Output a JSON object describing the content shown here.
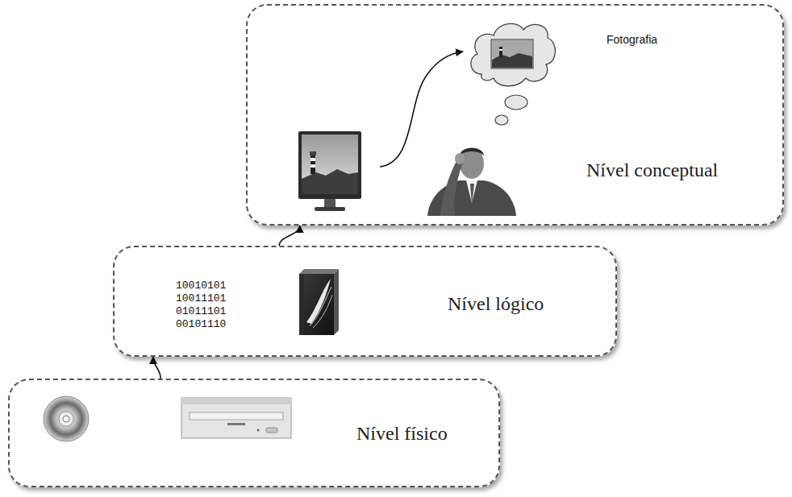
{
  "diagram": {
    "nodes": [
      {
        "text": [
          "Nível físico"
        ]
      },
      {
        "text": [
          "Nível lógico"
        ]
      },
      {
        "text": [
          "Nível conceptual"
        ]
      },
      {
        "text": [
          "Fotografia"
        ],
        "in": 2
      }
    ],
    "edges": [
      {
        "from": 0,
        "to": 1,
        "arrow": "to"
      },
      {
        "from": 1,
        "to": 2,
        "arrow": "to"
      }
    ],
    "labels": [
      "10010101 10011101 01011101 00101110"
    ]
  }
}
